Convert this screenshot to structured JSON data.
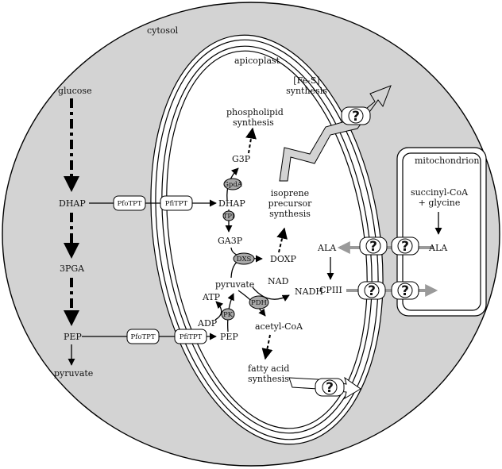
{
  "compartments": {
    "cytosol": "cytosol",
    "apicoplast": "apicoplast",
    "mitochondrion": "mitochondrion"
  },
  "cytosol_pathway": {
    "glucose": "glucose",
    "dhap": "DHAP",
    "pga": "3PGA",
    "pep": "PEP",
    "pyruvate": "pyruvate"
  },
  "transporters": {
    "pfotpt": "PfoTPT",
    "pfitpt": "PfiTPT",
    "unknown": "?"
  },
  "apicoplast_pathway": {
    "fes_line1": "[Fe-S]",
    "fes_line2": "synthesis",
    "phospholipid_line1": "phospholipid",
    "phospholipid_line2": "synthesis",
    "g3p": "G3P",
    "dhap": "DHAP",
    "ga3p": "GA3P",
    "doxp": "DOXP",
    "isoprene_line1": "isoprene",
    "isoprene_line2": "precursor",
    "isoprene_line3": "synthesis",
    "pyruvate": "pyruvate",
    "atp": "ATP",
    "adp": "ADP",
    "pep": "PEP",
    "nad": "NAD",
    "nadh": "NADH",
    "acetyl_coa": "acetyl-CoA",
    "fatty_acid_line1": "fatty acid",
    "fatty_acid_line2": "synthesis"
  },
  "enzymes": {
    "gpda": "GpdA",
    "tpi": "TPI",
    "dxs": "DXS",
    "pk": "PK",
    "pdh": "PDH"
  },
  "heme_pathway": {
    "ala_cytosol": "ALA",
    "cpiii": "CPIII",
    "succinyl_line1": "succinyl-CoA",
    "succinyl_line2": "+ glycine",
    "ala_mito": "ALA"
  }
}
